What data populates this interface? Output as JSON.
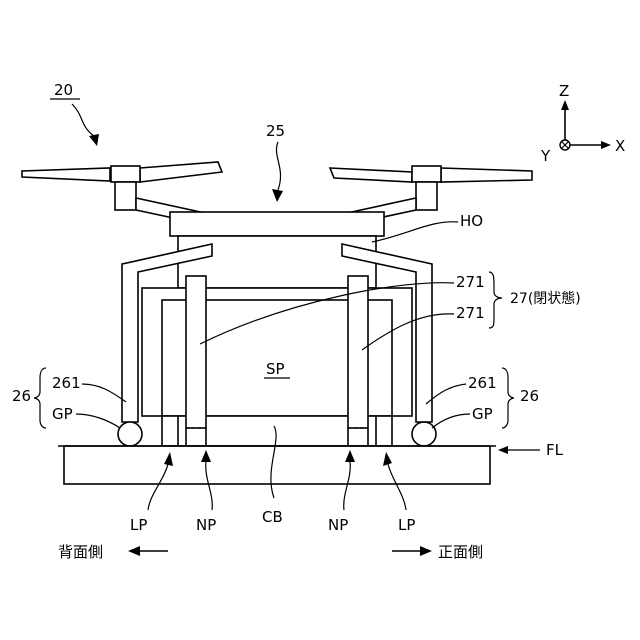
{
  "labels": {
    "drone": "20",
    "body_ref": "25",
    "ho": "HO",
    "unit27": "27(閉状態)",
    "arm271_top": "271",
    "arm271_mid": "271",
    "sp": "SP",
    "leg_left": "26",
    "leg_right": "26",
    "r261_left": "261",
    "r261_right": "261",
    "gp_left": "GP",
    "gp_right": "GP",
    "fl": "FL",
    "lp_left": "LP",
    "lp_right": "LP",
    "np_left": "NP",
    "np_right": "NP",
    "cb": "CB",
    "back_side": "背面側",
    "front_side": "正面側"
  },
  "axes": {
    "z": "Z",
    "x": "X",
    "y": "Y"
  }
}
